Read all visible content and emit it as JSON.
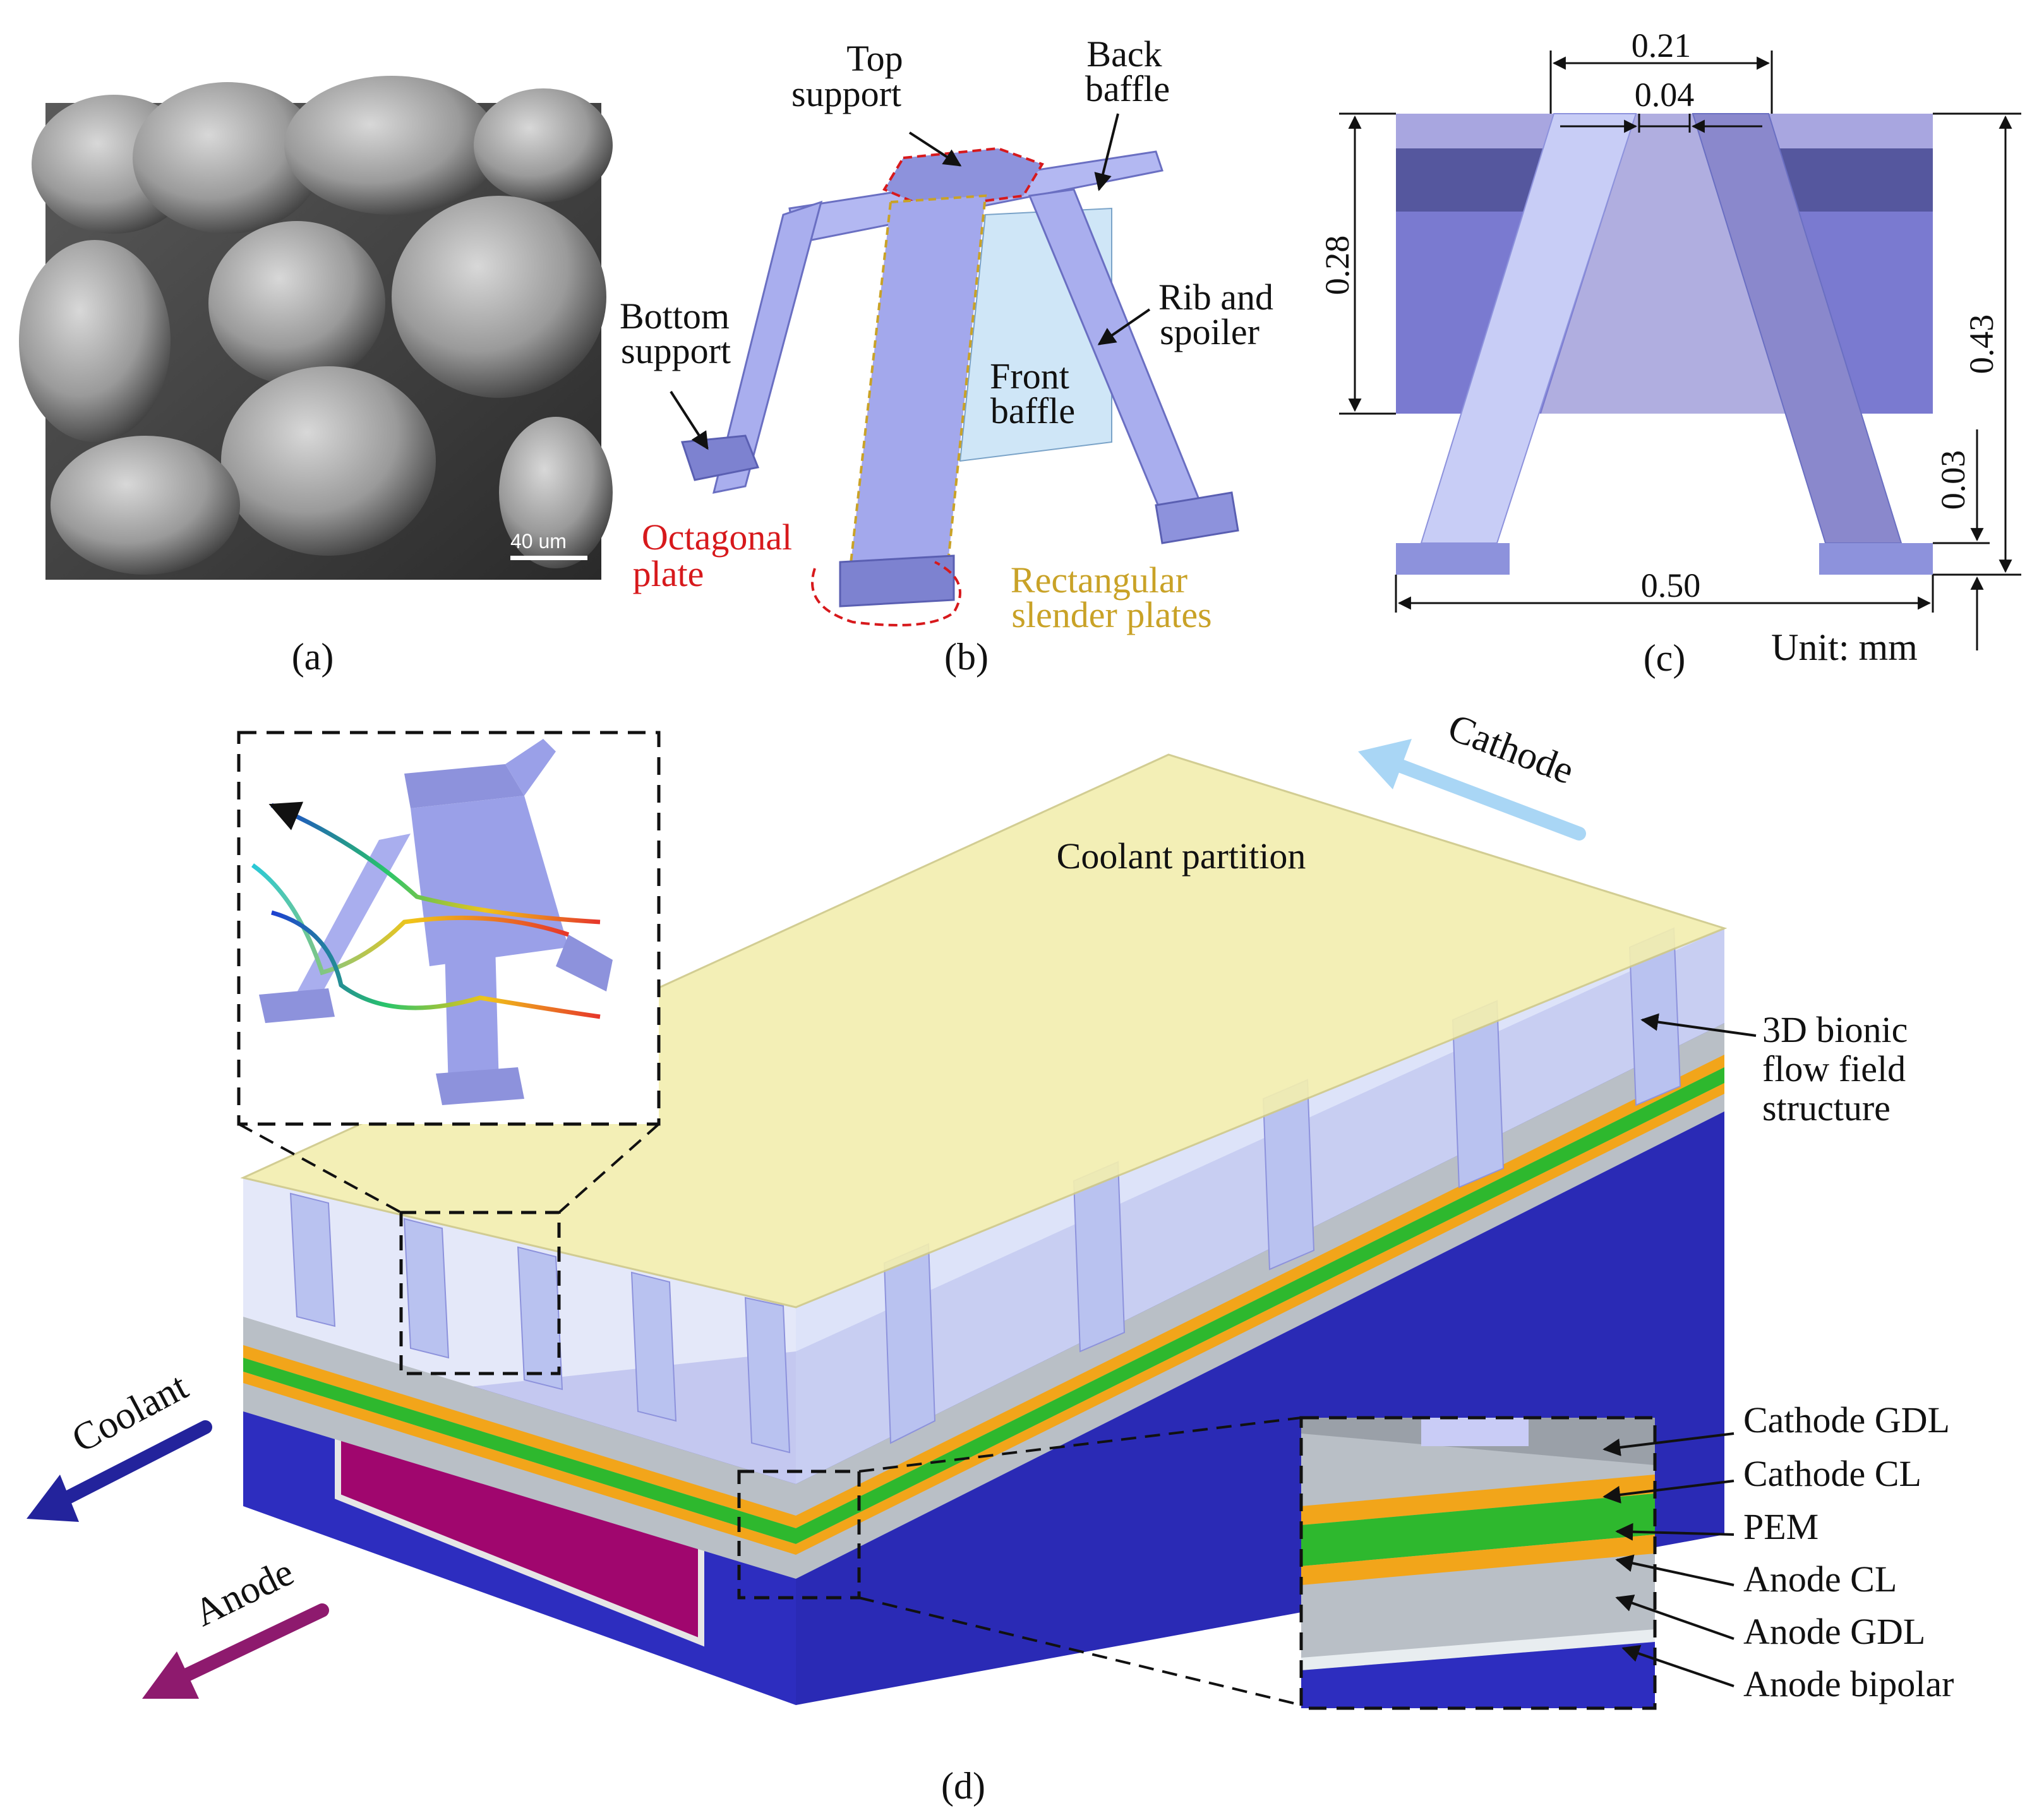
{
  "colors": {
    "sem_bg": "#3a3a3a",
    "structure_fill": "#9aa0e8",
    "structure_light": "#c9ccf6",
    "coolant_partition": "#f2eeb0",
    "bipolar_blue": "#2d2dbf",
    "magenta_channel": "#a0066e",
    "gdl_gray": "#b9bfc6",
    "cl_orange": "#f2a51a",
    "pem_green": "#2eb82e",
    "red_annotation": "#d7191c",
    "gold_annotation": "#c9a227",
    "cathode_arrow": "#a9d6f5",
    "coolant_arrow": "#23239c",
    "anode_arrow": "#8e1a6e"
  },
  "panel_a": {
    "caption": "(a)",
    "scale_bar": "40 um",
    "image_alt": "sem-micrograph"
  },
  "panel_b": {
    "caption": "(b)",
    "labels": {
      "top_support": [
        "Top",
        "support"
      ],
      "back_baffle": [
        "Back",
        "baffle"
      ],
      "bottom_support": [
        "Bottom",
        "support"
      ],
      "rib_spoiler": [
        "Rib and",
        "spoiler"
      ],
      "front_baffle": [
        "Front",
        "baffle"
      ],
      "octagonal_plate": [
        "Octagonal",
        "plate"
      ],
      "rectangular_plates": [
        "Rectangular",
        "slender plates"
      ]
    }
  },
  "panel_c": {
    "caption": "(c)",
    "unit": "Unit: mm",
    "dims": {
      "top_width": "0.21",
      "gap": "0.04",
      "baffle_height": "0.28",
      "total_height": "0.43",
      "foot_height": "0.03",
      "base_width": "0.50"
    }
  },
  "panel_d": {
    "caption": "(d)",
    "coolant_partition": "Coolant partition",
    "cathode": "Cathode",
    "coolant": "Coolant",
    "anode": "Anode",
    "flow_field": [
      "3D bionic",
      "flow field",
      "structure"
    ],
    "layers": [
      "Cathode GDL",
      "Cathode CL",
      "PEM",
      "Anode CL",
      "Anode GDL",
      "Anode bipolar"
    ]
  }
}
